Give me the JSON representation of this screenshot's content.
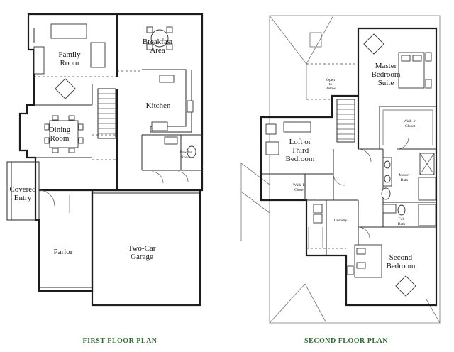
{
  "titles": {
    "first_floor": "FIRST FLOOR PLAN",
    "second_floor": "SECOND FLOOR PLAN"
  },
  "first_floor": {
    "family_room": [
      "Family",
      "Room"
    ],
    "breakfast_area": [
      "Breakfast",
      "Area"
    ],
    "kitchen": "Kitchen",
    "dining_room": [
      "Dining",
      "Room"
    ],
    "powder_room": [
      "Powder",
      "Room"
    ],
    "covered_entry": [
      "Covered",
      "Entry"
    ],
    "parlor": "Parlor",
    "two_car_garage": [
      "Two-Car",
      "Garage"
    ]
  },
  "second_floor": {
    "open_to_below": [
      "Open",
      "to",
      "Below"
    ],
    "master_bedroom_suite": [
      "Master",
      "Bedroom",
      "Suite"
    ],
    "walk_in_closet_master": [
      "Walk-In",
      "Closet"
    ],
    "master_bath": [
      "Master",
      "Bath"
    ],
    "loft": [
      "Loft or",
      "Third",
      "Bedroom"
    ],
    "walk_in_closet_loft": [
      "Walk-In",
      "Closet"
    ],
    "laundry": "Laundry",
    "full_bath": [
      "Full",
      "Bath"
    ],
    "second_bedroom": [
      "Second",
      "Bedroom"
    ]
  }
}
